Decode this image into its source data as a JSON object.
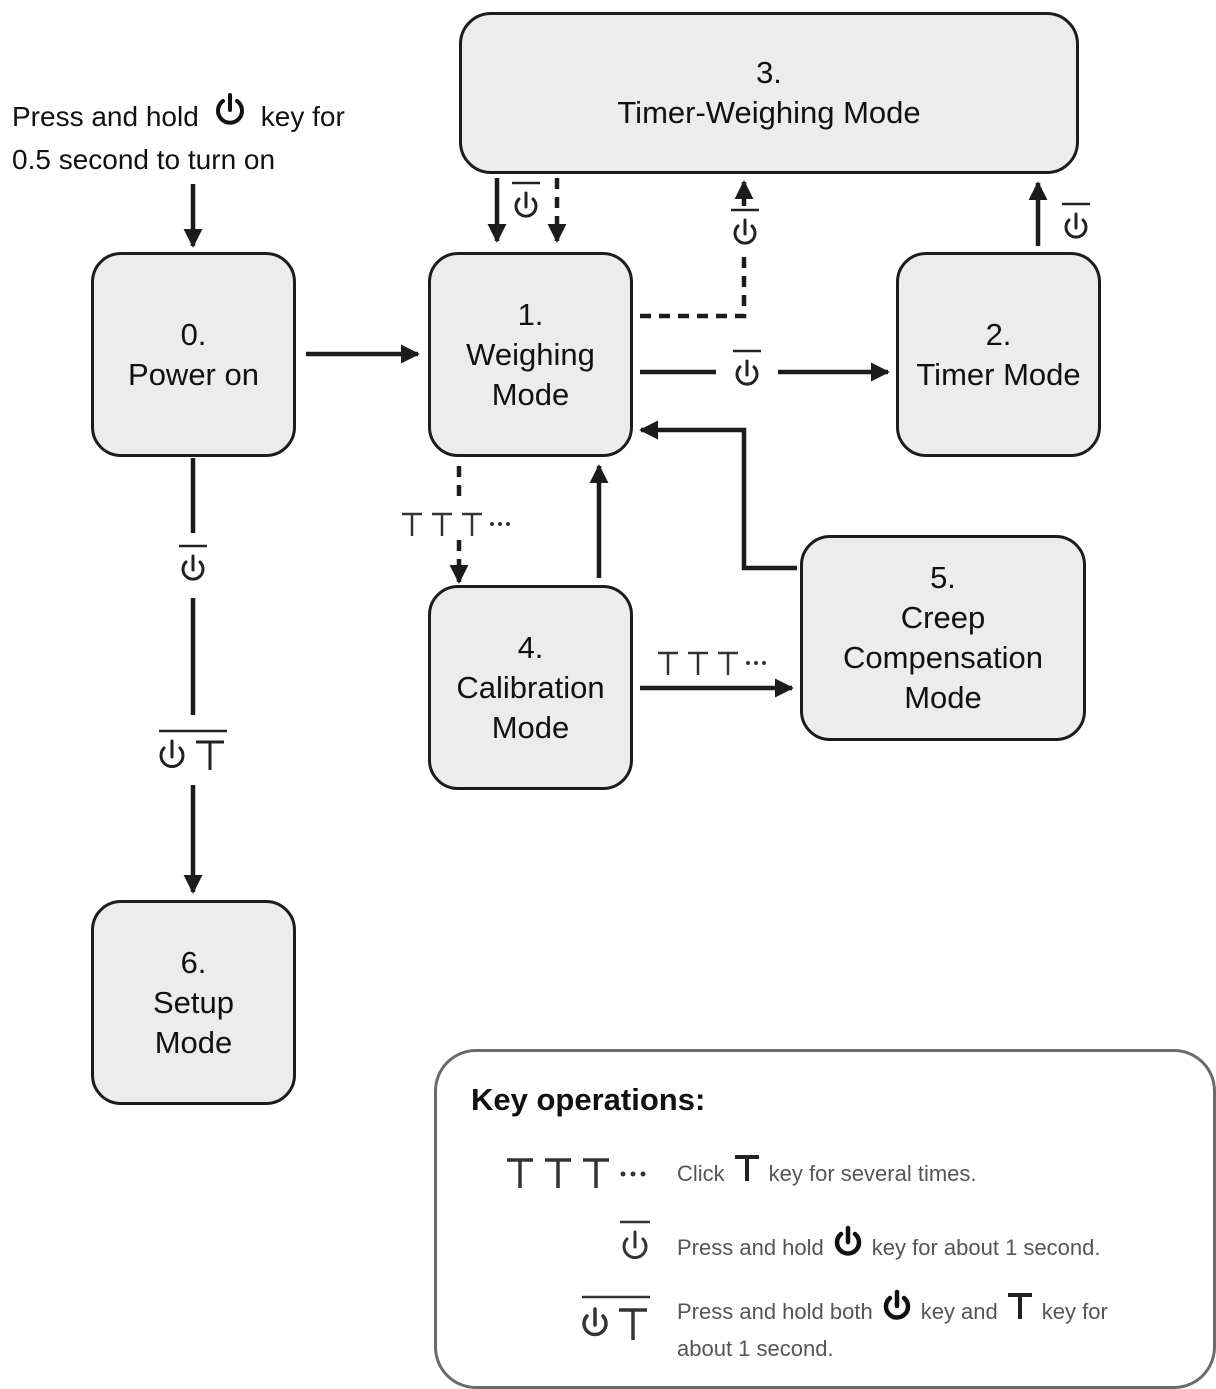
{
  "intro": {
    "line1_before": "Press and hold",
    "line1_after": "key for",
    "line2": "0.5 second to turn on",
    "icon": "power-icon"
  },
  "nodes": {
    "power_on": {
      "num": "0.",
      "line1": "Power on"
    },
    "weighing": {
      "num": "1.",
      "line1": "Weighing",
      "line2": "Mode"
    },
    "timer": {
      "num": "2.",
      "line1": "Timer Mode"
    },
    "timer_weighing": {
      "num": "3.",
      "line1": "Timer-Weighing Mode"
    },
    "calibration": {
      "num": "4.",
      "line1": "Calibration",
      "line2": "Mode"
    },
    "creep": {
      "num": "5.",
      "line1": "Creep",
      "line2": "Compensation",
      "line3": "Mode"
    },
    "setup": {
      "num": "6.",
      "line1": "Setup",
      "line2": "Mode"
    }
  },
  "edge_symbols": {
    "multi_tare": "tare-key-repeat-icon",
    "hold_power": "hold-power-key-icon",
    "hold_power_tare": "hold-power-and-tare-key-icon"
  },
  "legend": {
    "title": "Key operations:",
    "rows": [
      {
        "symbol": "tare-key-repeat-icon",
        "before": "Click",
        "icon": "tare-key-icon",
        "after": "key for several times."
      },
      {
        "symbol": "hold-power-key-icon",
        "before": "Press and hold",
        "icon": "power-icon",
        "after": "key for about 1 second."
      },
      {
        "symbol": "hold-power-and-tare-key-icon",
        "before": "Press and hold both",
        "icon": "power-icon",
        "middle": "key and",
        "icon2": "tare-key-icon",
        "after": "key for",
        "line2": "about 1 second."
      }
    ]
  },
  "colors": {
    "box_fill": "#ececec",
    "line": "#1c1c1c",
    "legend_border": "#6b6b6b",
    "legend_text": "#555555"
  }
}
